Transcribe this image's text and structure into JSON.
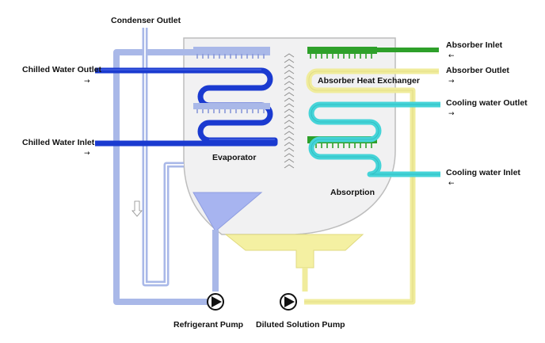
{
  "labels": {
    "condenser_outlet": "Condenser Outlet",
    "chilled_water_outlet": "Chilled Water Outlet",
    "chilled_water_inlet": "Chilled Water Inlet",
    "absorber_inlet": "Absorber Inlet",
    "absorber_outlet": "Absorber Outlet",
    "absorber_heat_exchanger": "Absorber Heat Exchanger",
    "cooling_water_outlet": "Cooling water Outlet",
    "cooling_water_inlet": "Cooling water Inlet",
    "evaporator": "Evaporator",
    "absorption": "Absorption",
    "refrigerant_pump": "Refrigerant Pump",
    "diluted_solution_pump": "Diluted Solution Pump"
  },
  "arrows": {
    "right": "→",
    "left": "←",
    "down": "⇩"
  },
  "colors": {
    "refrigerant_line": "#a9b8e8",
    "refrigerant_pool": "#a7b4f0",
    "chilled_water": "#1a3ad0",
    "absorber_water": "#2ea02a",
    "solution_line": "#f0ec9c",
    "cooling_water": "#45d4d8",
    "pump": "#111111"
  }
}
